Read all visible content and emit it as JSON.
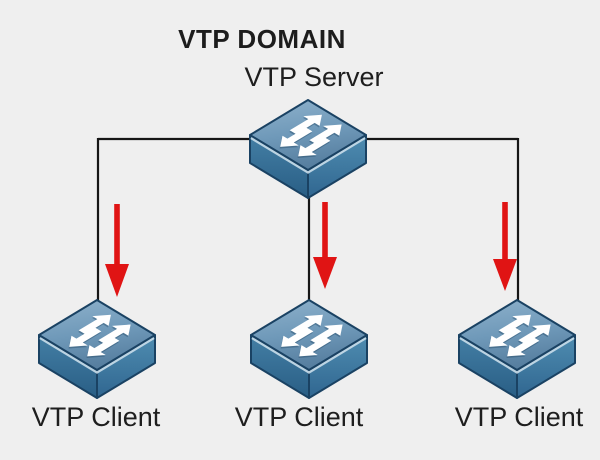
{
  "diagram": {
    "title": "VTP DOMAIN",
    "server": {
      "label": "VTP Server",
      "icon": "network-switch-icon"
    },
    "clients": [
      {
        "label": "VTP Client",
        "icon": "network-switch-icon"
      },
      {
        "label": "VTP Client",
        "icon": "network-switch-icon"
      },
      {
        "label": "VTP Client",
        "icon": "network-switch-icon"
      }
    ],
    "colors": {
      "background": "#efefef",
      "connector_line": "#161616",
      "advertisement_arrow": "#e01414",
      "switch_top_face": "#7098b8",
      "switch_side_face": "#38729a",
      "switch_outline": "#1a4263",
      "switch_glyph_arrows": "#ffffff",
      "text": "#1e1e1e"
    }
  }
}
